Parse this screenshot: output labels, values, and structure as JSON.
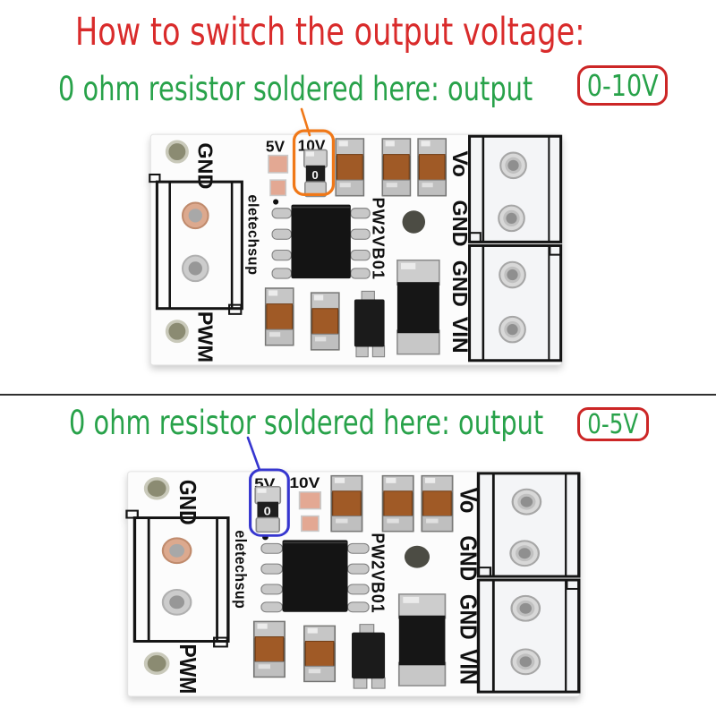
{
  "title": {
    "text": "How to switch the output voltage:",
    "color": "#d92b2b"
  },
  "instructions": [
    {
      "text": "0 ohm resistor soldered here: output",
      "badge": "0-10V",
      "resistor_position": "10V",
      "highlight_color": "#f07818"
    },
    {
      "text": "0 ohm resistor soldered here: output",
      "badge": "0-5V",
      "resistor_position": "5V",
      "highlight_color": "#3636cf"
    }
  ],
  "colors": {
    "instruction_green": "#28a24a",
    "badge_border_red": "#cc2626",
    "divider": "#303030"
  },
  "board": {
    "labels": {
      "gnd_left": "GND",
      "pwm": "PWM",
      "v5": "5V",
      "v10": "10V",
      "brand": "eletechsup",
      "model": "PW2VB01",
      "vo": "Vo",
      "gnd_right_top": "GND",
      "gnd_right_bottom": "GND",
      "vin": "VIN"
    },
    "resistor_marking": "0"
  }
}
